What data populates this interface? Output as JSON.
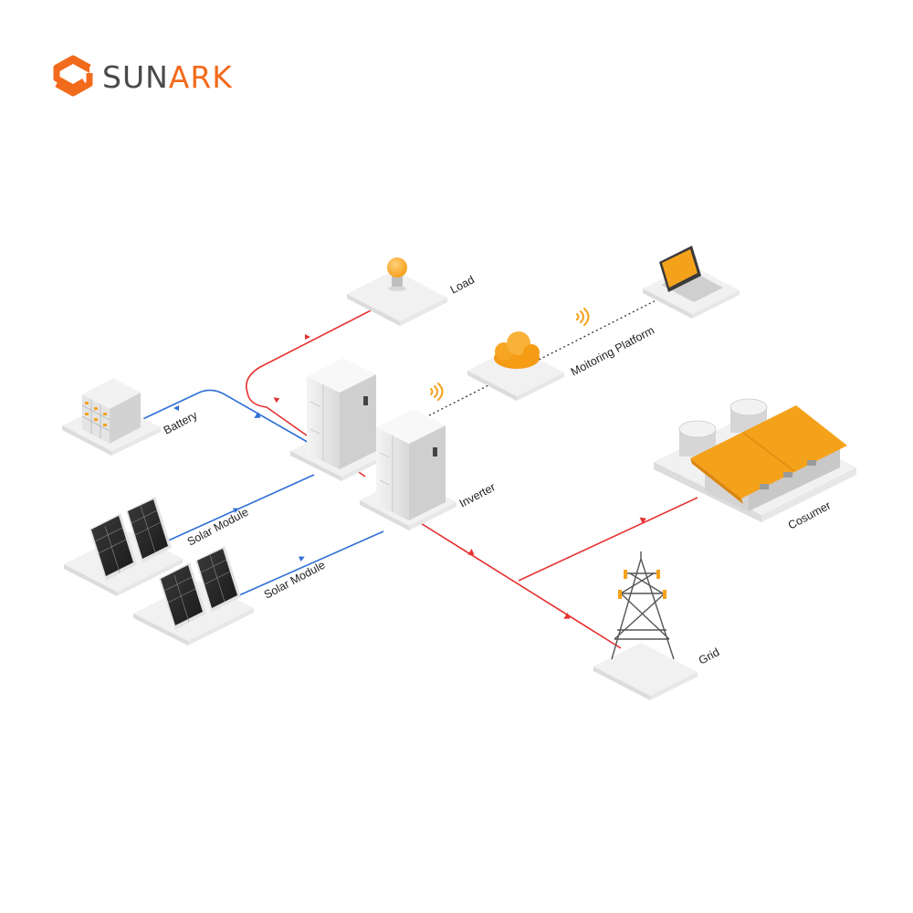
{
  "brand": {
    "name_part1": "SUN",
    "name_part2": "ARK",
    "text_color": "#4a4a4a",
    "accent_color": "#f26b1d"
  },
  "colors": {
    "ac_line": "#e63232",
    "dc_line": "#2f6fd6",
    "data_link": "#333333",
    "orange": "#f5a21b"
  },
  "labels": {
    "load": "Load",
    "monitoring": "Moitoring Platform",
    "battery": "Battery",
    "inverter": "Inverter",
    "solar_module_1": "Solar Module",
    "solar_module_2": "Solar Module",
    "consumer": "Cosumer",
    "grid": "Grid"
  },
  "icons": {
    "load": "light-bulb-icon",
    "monitoring_cloud": "cloud-icon",
    "monitoring_laptop": "laptop-icon",
    "wifi": "wifi-signal-icon",
    "battery": "battery-rack-icon",
    "inverter": "inverter-cabinet-icon",
    "solar": "solar-panel-icon",
    "consumer": "factory-icon",
    "grid": "transmission-tower-icon"
  }
}
